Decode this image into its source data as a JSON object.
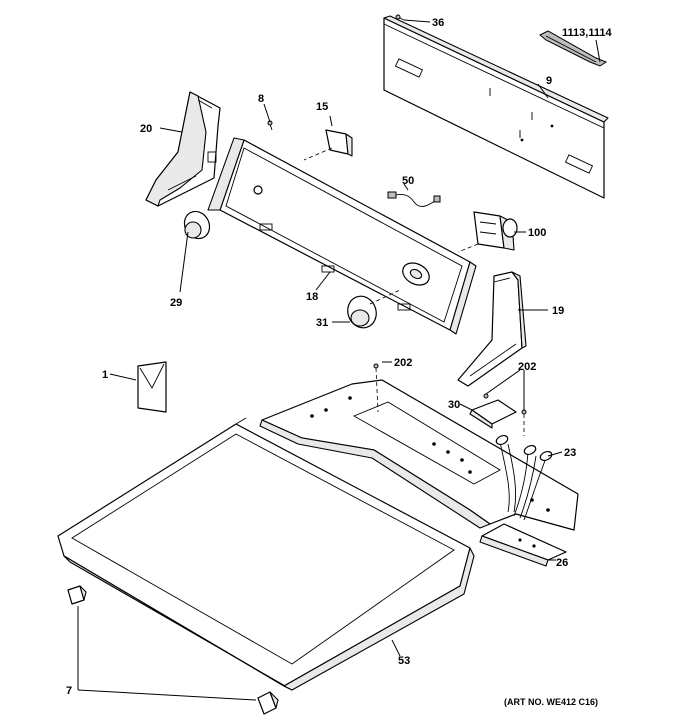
{
  "diagram": {
    "callouts": {
      "c36": "36",
      "c1113": "1113,1114",
      "c9": "9",
      "c8": "8",
      "c15": "15",
      "c20": "20",
      "c50": "50",
      "c100": "100",
      "c29": "29",
      "c18": "18",
      "c19": "19",
      "c31": "31",
      "c1": "1",
      "c202a": "202",
      "c202b": "202",
      "c30": "30",
      "c23": "23",
      "c26": "26",
      "c53": "53",
      "c7": "7"
    },
    "art_number": "(ART NO. WE412 C16)"
  }
}
